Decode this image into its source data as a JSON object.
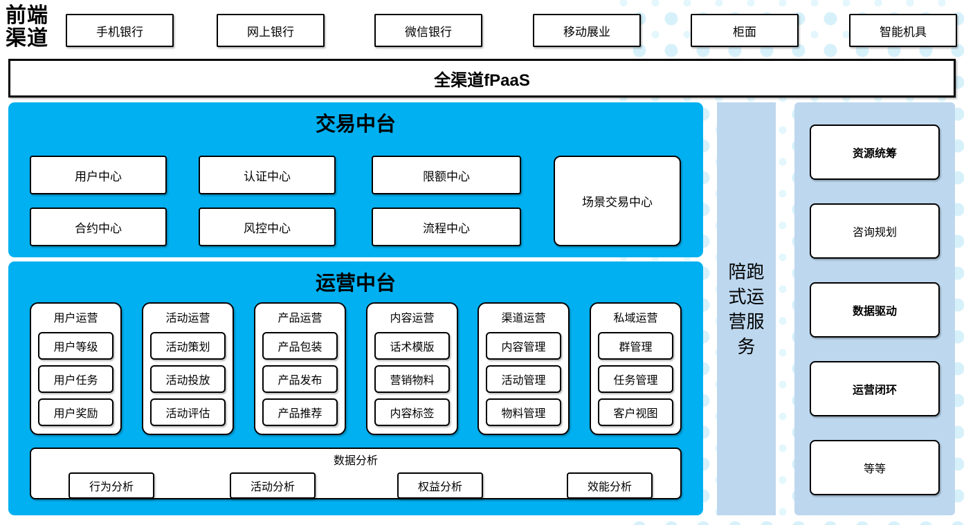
{
  "colors": {
    "accent_blue": "#00b0f0",
    "light_blue": "#bdd7ee",
    "dot_pattern": "#d7f1fb",
    "border": "#000000"
  },
  "front_channels": {
    "label": "前端渠道",
    "items": [
      "手机银行",
      "网上银行",
      "微信银行",
      "移动展业",
      "柜面",
      "智能机具"
    ]
  },
  "fpaas": {
    "label": "全渠道fPaaS"
  },
  "trade_platform": {
    "title": "交易中台",
    "row1": [
      "用户中心",
      "认证中心",
      "限额中心"
    ],
    "row2": [
      "合约中心",
      "风控中心",
      "流程中心"
    ],
    "tall_box": "场景交易中心"
  },
  "ops_platform": {
    "title": "运营中台",
    "columns": [
      {
        "header": "用户运营",
        "items": [
          "用户等级",
          "用户任务",
          "用户奖励"
        ]
      },
      {
        "header": "活动运营",
        "items": [
          "活动策划",
          "活动投放",
          "活动评估"
        ]
      },
      {
        "header": "产品运营",
        "items": [
          "产品包装",
          "产品发布",
          "产品推荐"
        ]
      },
      {
        "header": "内容运营",
        "items": [
          "话术模版",
          "营销物料",
          "内容标签"
        ]
      },
      {
        "header": "渠道运营",
        "items": [
          "内容管理",
          "活动管理",
          "物料管理"
        ]
      },
      {
        "header": "私域运营",
        "items": [
          "群管理",
          "任务管理",
          "客户视图"
        ]
      }
    ],
    "analysis": {
      "title": "数据分析",
      "items": [
        "行为分析",
        "活动分析",
        "权益分析",
        "效能分析"
      ]
    }
  },
  "side_bar": {
    "label": "陪跑式运营服务"
  },
  "right_panel": {
    "items": [
      {
        "label": "资源统筹",
        "bold": true
      },
      {
        "label": "咨询规划",
        "bold": false
      },
      {
        "label": "数据驱动",
        "bold": true
      },
      {
        "label": "运营闭环",
        "bold": true
      },
      {
        "label": "等等",
        "bold": false
      }
    ]
  }
}
